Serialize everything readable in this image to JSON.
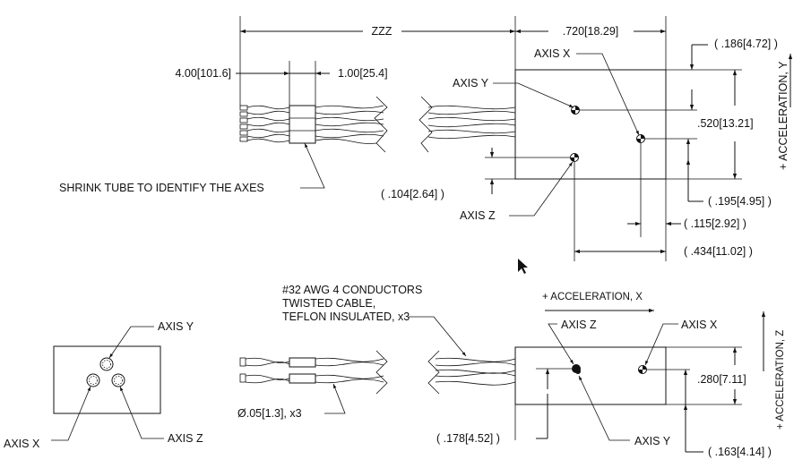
{
  "top_view": {
    "overall_length": "ZZZ",
    "pigtail_length": "4.00[101.6]",
    "shrink_length": "1.00[25.4]",
    "block_width": ".720[18.29]",
    "shrink_note": "SHRINK TUBE TO IDENTIFY THE AXES",
    "axis_x_label": "AXIS X",
    "axis_y_label": "AXIS Y",
    "axis_z_label": "AXIS Z",
    "dim_186": "( .186[4.72] )",
    "dim_520": ".520[13.21]",
    "dim_195": "( .195[4.95] )",
    "dim_115": "( .115[2.92] )",
    "dim_434": "( .434[11.02] )",
    "dim_104": "( .104[2.64] )",
    "accel_y": "+ ACCELERATION, Y"
  },
  "bottom_view": {
    "cable_note_line1": "#32 AWG 4 CONDUCTORS",
    "cable_note_line2": "TWISTED CABLE,",
    "cable_note_line3": "TEFLON INSULATED, x3",
    "diameter_note": "Ø.05[1.3], x3",
    "accel_x": "+ ACCELERATION, X",
    "accel_z": "+ ACCELERATION, Z",
    "axis_z_label": "AXIS Z",
    "axis_x_label": "AXIS X",
    "axis_y_label": "AXIS Y",
    "dim_280": ".280[7.11]",
    "dim_178": "( .178[4.52] )",
    "dim_163": "( .163[4.14] )"
  },
  "end_view": {
    "axis_y_label": "AXIS Y",
    "axis_x_label": "AXIS X",
    "axis_z_label": "AXIS Z"
  }
}
